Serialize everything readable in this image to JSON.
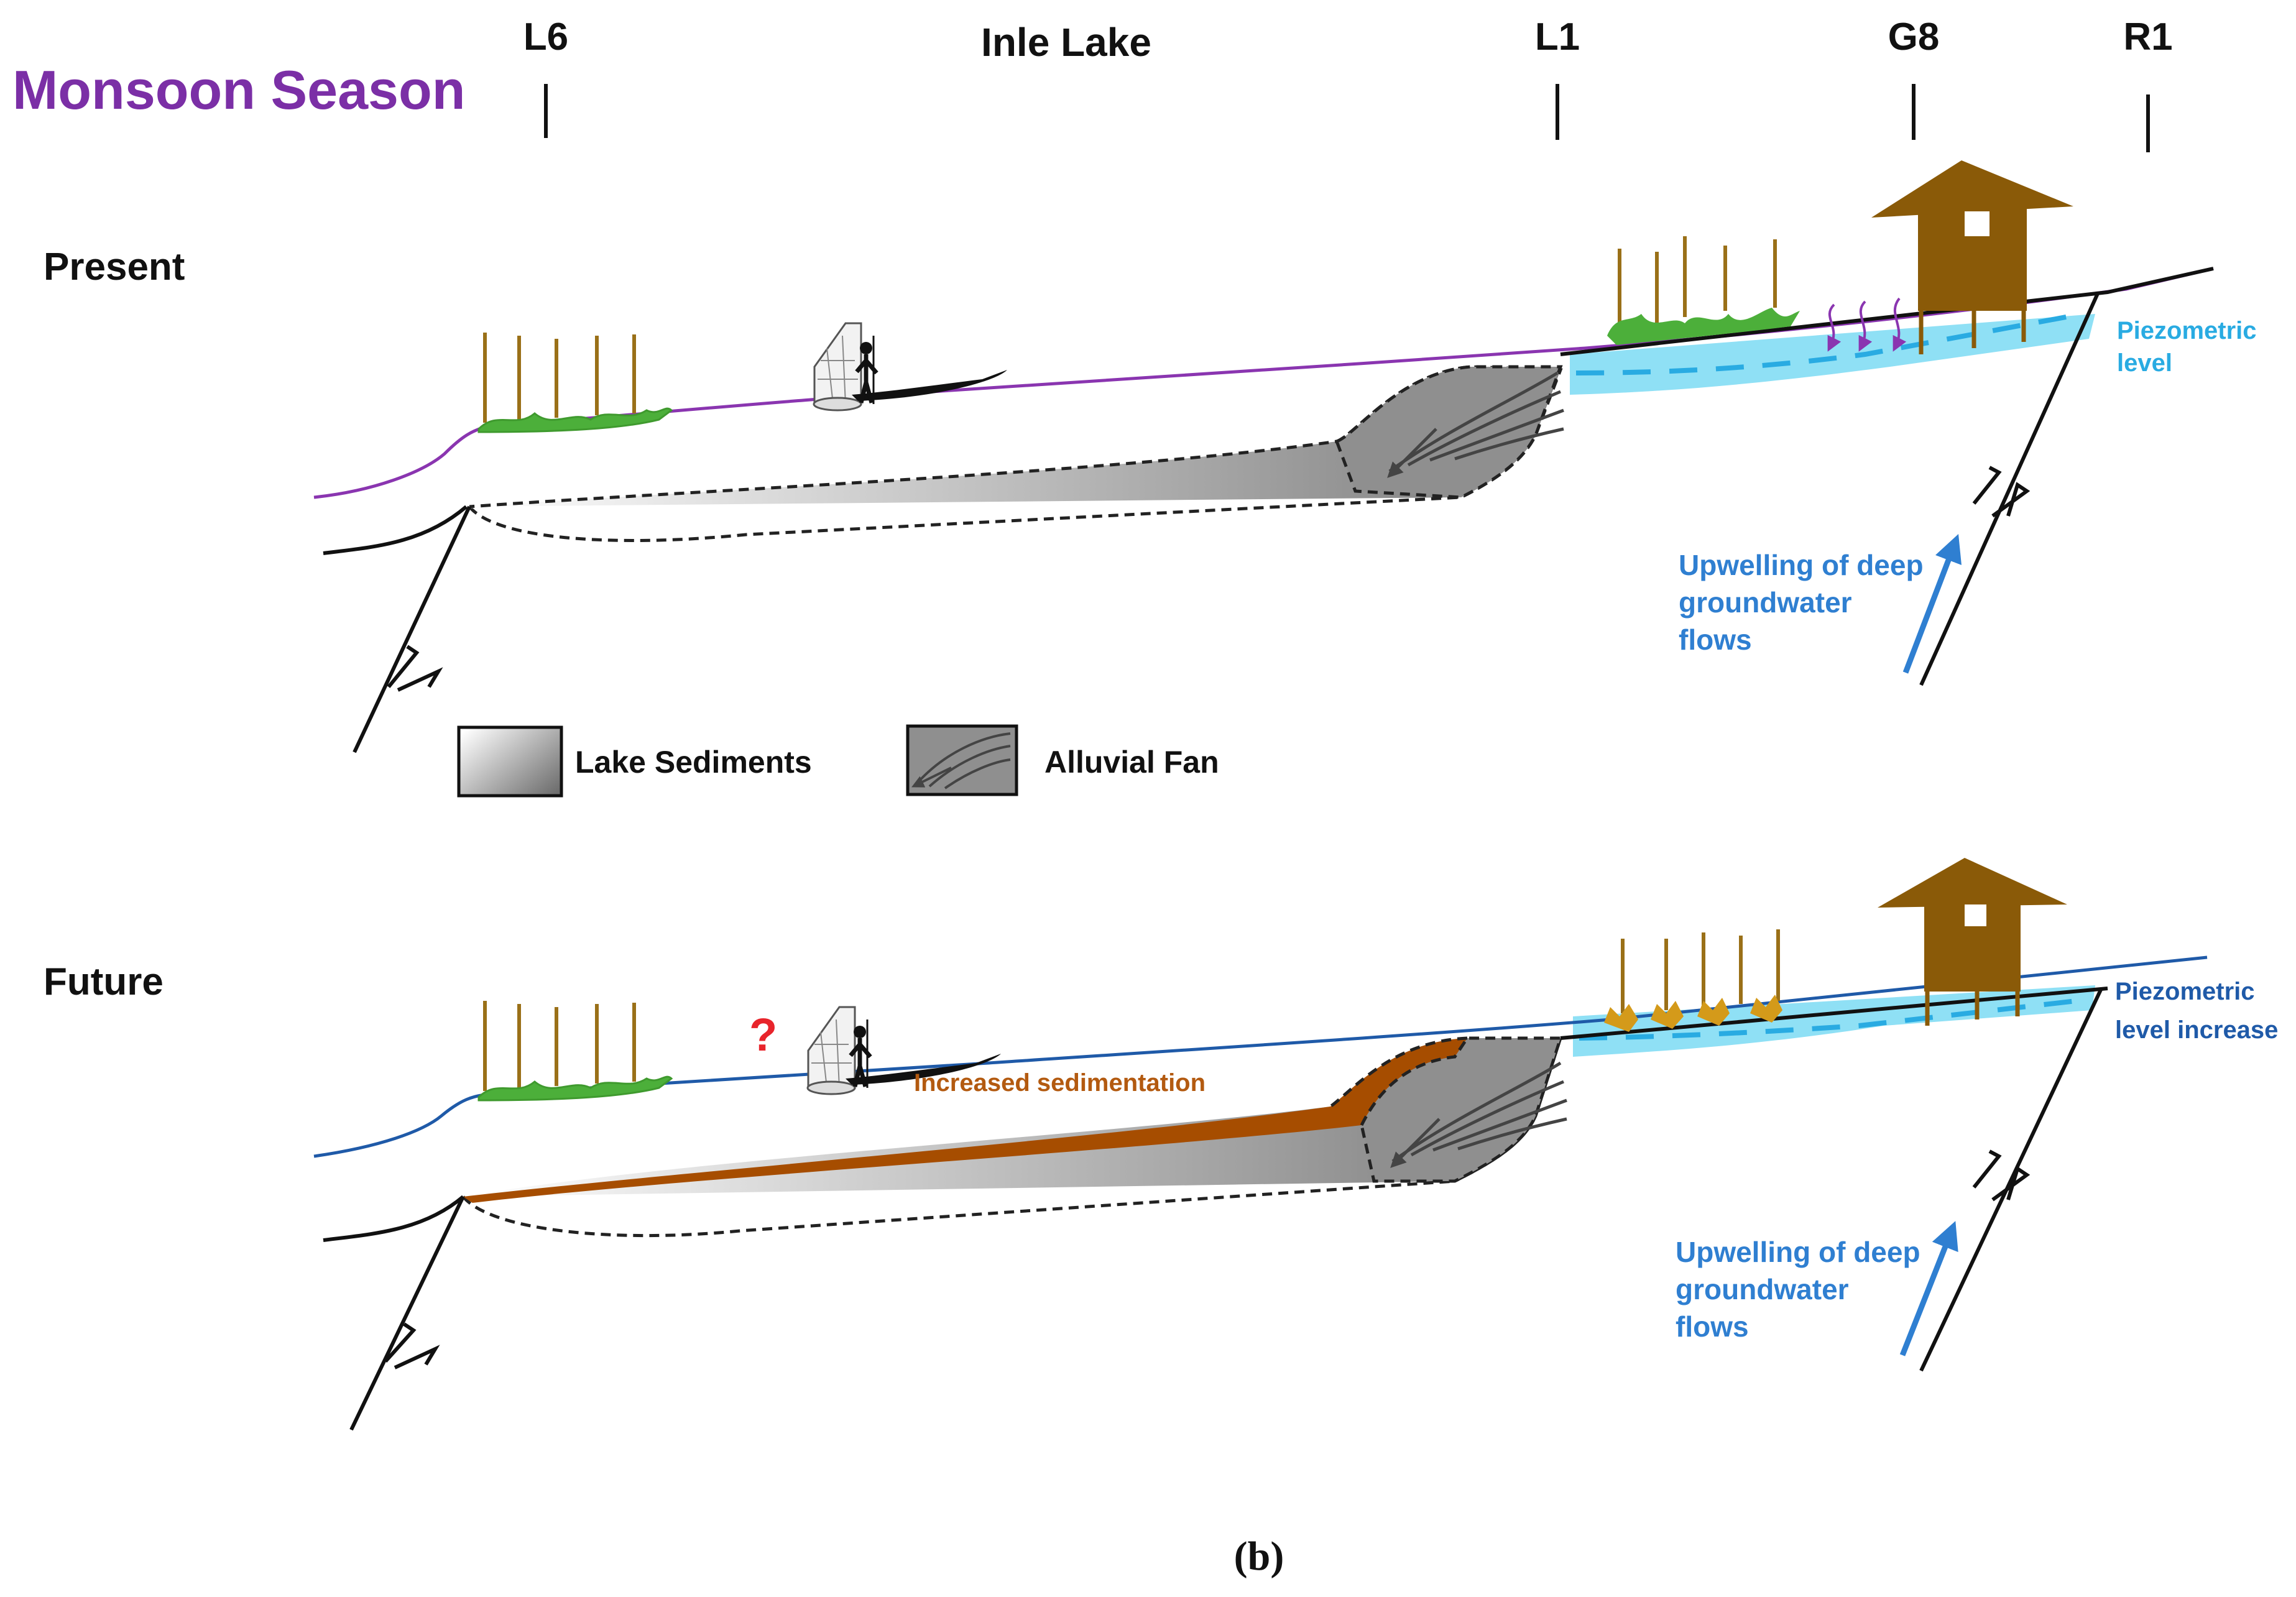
{
  "season_title": "Monsoon Season",
  "locations": {
    "l6": "L6",
    "lake": "Inle Lake",
    "l1": "L1",
    "g8": "G8",
    "r1": "R1"
  },
  "present": {
    "row_label": "Present",
    "piezometric_line1": "Piezometric",
    "piezometric_line2": "level",
    "upwelling_line1": "Upwelling of deep",
    "upwelling_line2": "groundwater",
    "upwelling_line3": "flows"
  },
  "legend": {
    "lake_sediments": "Lake Sediments",
    "alluvial_fan": "Alluvial Fan"
  },
  "future": {
    "row_label": "Future",
    "uncertainty_mark": "?",
    "increased_sedimentation": "Increased sedimentation",
    "piezometric_line1": "Piezometric",
    "piezometric_line2": "level increase",
    "upwelling_line1": "Upwelling of deep",
    "upwelling_line2": "groundwater",
    "upwelling_line3": "flows"
  },
  "caption": "(b)",
  "colors": {
    "season_title": "#7b2fa6",
    "monsoon_water_line": "#8a35b0",
    "future_water_line": "#1f5aa8",
    "upwelling_text": "#2f7fd1",
    "piezometric_text": "#29abe2",
    "aquifer_fill": "#8fe0f5",
    "sedimentation": "#a64d00",
    "house": "#8a5a08",
    "vegetation": "#4caf3a",
    "dry_crops": "#d49a1a",
    "question_mark": "#e8242b"
  },
  "icons": [
    "floating-garden-icon",
    "fisherman-boat-icon",
    "house-on-stilts-icon",
    "fault-arrow-icon",
    "upwelling-arrow-icon"
  ]
}
